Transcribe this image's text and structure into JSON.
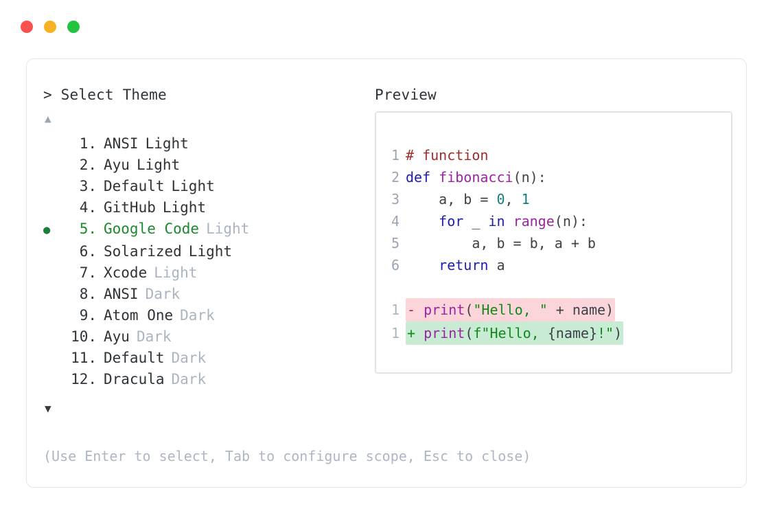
{
  "window": {
    "dots": [
      {
        "name": "close-dot",
        "color": "#f9524e"
      },
      {
        "name": "minimize-dot",
        "color": "#f5b224"
      },
      {
        "name": "maximize-dot",
        "color": "#23c340"
      }
    ]
  },
  "left": {
    "prompt_header": "> Select Theme",
    "scroll_up": "▲",
    "scroll_down": "▼",
    "selected_index": 5,
    "items": [
      {
        "num": " 1.",
        "bullet": "",
        "name": "ANSI",
        "variant": "Light",
        "variant_muted": false
      },
      {
        "num": " 2.",
        "bullet": "",
        "name": "Ayu",
        "variant": "Light",
        "variant_muted": false
      },
      {
        "num": " 3.",
        "bullet": "",
        "name": "Default",
        "variant": "Light",
        "variant_muted": false
      },
      {
        "num": " 4.",
        "bullet": "",
        "name": "GitHub",
        "variant": "Light",
        "variant_muted": false
      },
      {
        "num": " 5.",
        "bullet": "●",
        "name": "Google Code",
        "variant": "Light",
        "variant_muted": true
      },
      {
        "num": " 6.",
        "bullet": "",
        "name": "Solarized",
        "variant": "Light",
        "variant_muted": false
      },
      {
        "num": " 7.",
        "bullet": "",
        "name": "Xcode",
        "variant": "Light",
        "variant_muted": true
      },
      {
        "num": " 8.",
        "bullet": "",
        "name": "ANSI",
        "variant": "Dark",
        "variant_muted": true
      },
      {
        "num": " 9.",
        "bullet": "",
        "name": "Atom One",
        "variant": "Dark",
        "variant_muted": true
      },
      {
        "num": "10.",
        "bullet": "",
        "name": "Ayu",
        "variant": "Dark",
        "variant_muted": true
      },
      {
        "num": "11.",
        "bullet": "",
        "name": "Default",
        "variant": "Dark",
        "variant_muted": true
      },
      {
        "num": "12.",
        "bullet": "",
        "name": "Dracula",
        "variant": "Dark",
        "variant_muted": true
      }
    ]
  },
  "right": {
    "preview_header": "Preview",
    "code_lines": [
      {
        "ln": "1",
        "tokens": [
          {
            "t": "# function",
            "c": "tok-comment"
          }
        ]
      },
      {
        "ln": "2",
        "tokens": [
          {
            "t": "def ",
            "c": "tok-kw"
          },
          {
            "t": "fibonacci",
            "c": "tok-fn"
          },
          {
            "t": "(n):",
            "c": "tok-punct"
          }
        ]
      },
      {
        "ln": "3",
        "tokens": [
          {
            "t": "    a, b = ",
            "c": "tok-plain"
          },
          {
            "t": "0",
            "c": "tok-num"
          },
          {
            "t": ", ",
            "c": "tok-plain"
          },
          {
            "t": "1",
            "c": "tok-num"
          }
        ]
      },
      {
        "ln": "4",
        "tokens": [
          {
            "t": "    ",
            "c": "tok-plain"
          },
          {
            "t": "for",
            "c": "tok-kw"
          },
          {
            "t": " _ ",
            "c": "tok-plain"
          },
          {
            "t": "in",
            "c": "tok-kw"
          },
          {
            "t": " ",
            "c": "tok-plain"
          },
          {
            "t": "range",
            "c": "tok-fn"
          },
          {
            "t": "(n):",
            "c": "tok-punct"
          }
        ]
      },
      {
        "ln": "5",
        "tokens": [
          {
            "t": "        a, b = b, a + b",
            "c": "tok-plain"
          }
        ]
      },
      {
        "ln": "6",
        "tokens": [
          {
            "t": "    ",
            "c": "tok-plain"
          },
          {
            "t": "return",
            "c": "tok-kw"
          },
          {
            "t": " a",
            "c": "tok-plain"
          }
        ]
      }
    ],
    "diff_lines": [
      {
        "kind": "diff-del",
        "ln": "1",
        "marker": "- ",
        "marker_class": "marker-del",
        "tokens": [
          {
            "t": "print",
            "c": "tok-fn"
          },
          {
            "t": "(",
            "c": "tok-punct"
          },
          {
            "t": "\"Hello, \"",
            "c": "tok-str"
          },
          {
            "t": " + name)",
            "c": "tok-plain"
          }
        ]
      },
      {
        "kind": "diff-add",
        "ln": "1",
        "marker": "+ ",
        "marker_class": "marker-add",
        "tokens": [
          {
            "t": "print",
            "c": "tok-fn"
          },
          {
            "t": "(",
            "c": "tok-punct"
          },
          {
            "t": "f\"Hello, ",
            "c": "tok-str"
          },
          {
            "t": "{name}",
            "c": "tok-plain"
          },
          {
            "t": "!\"",
            "c": "tok-str"
          },
          {
            "t": ")",
            "c": "tok-punct"
          }
        ]
      }
    ]
  },
  "footer": {
    "hint": "(Use Enter to select, Tab to configure scope, Esc to close)"
  }
}
